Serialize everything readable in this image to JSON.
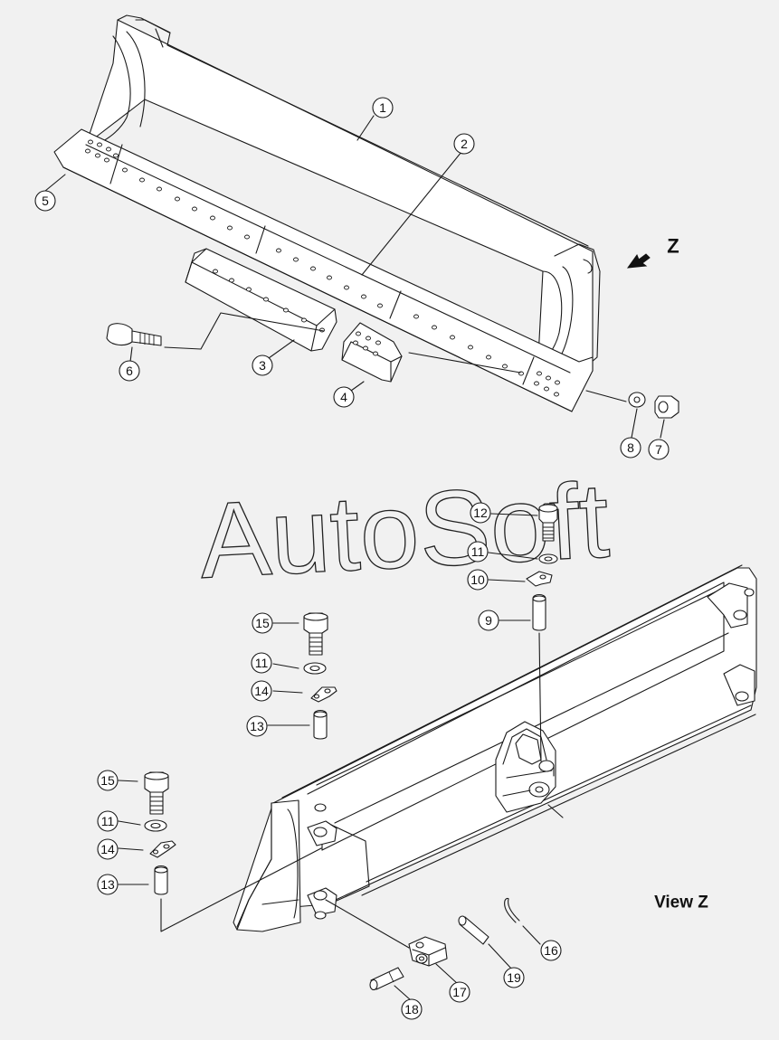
{
  "view_label": "Z",
  "view_caption": "View Z",
  "watermark": "AutoSoft",
  "callouts": [
    "1",
    "2",
    "3",
    "4",
    "5",
    "6",
    "7",
    "8",
    "9",
    "10",
    "11",
    "12",
    "13",
    "14",
    "15",
    "16",
    "17",
    "18",
    "19"
  ]
}
